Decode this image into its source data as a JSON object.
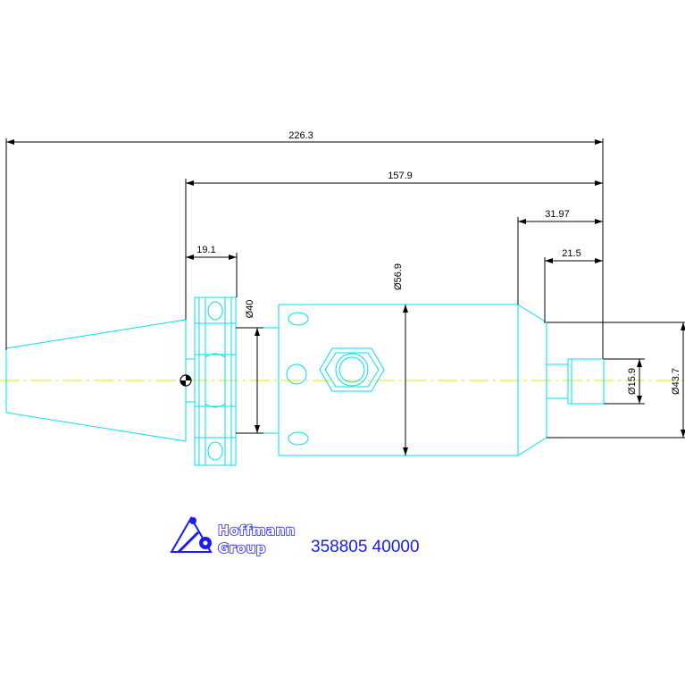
{
  "colors": {
    "outline": "#00e0f0",
    "dimension": "#000000",
    "centerline": "#e8e800",
    "brand": "#1a1aff"
  },
  "dimensions": {
    "overall_length": "226.3",
    "flange_to_end": "157.9",
    "flange_width": "19.1",
    "body_end_length": "31.97",
    "nose_length": "21.5",
    "diameter_body": "Ø56.9",
    "diameter_flange_bore": "Ø40",
    "diameter_bore": "Ø15.9",
    "diameter_nose": "Ø43.7"
  },
  "logo": {
    "line1": "Hoffmann",
    "line2": "Group"
  },
  "part_number": "358805 40000"
}
